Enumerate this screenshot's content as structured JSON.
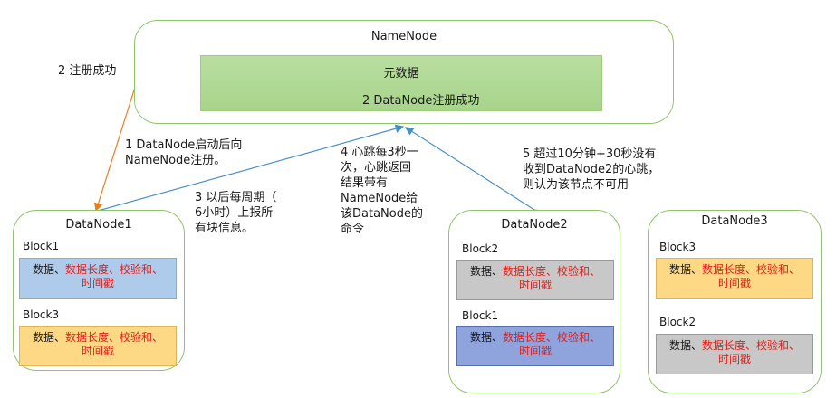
{
  "namenode": {
    "title": "NameNode",
    "metadata_title": "元数据",
    "metadata_msg": "2 DataNode注册成功"
  },
  "annotations": {
    "register_success": "2 注册成功",
    "step1": [
      "1 DataNode启动后向",
      "NameNode注册。"
    ],
    "step3": [
      "3 以后每周期（",
      "6小时）上报所",
      "有块信息。"
    ],
    "step4": [
      "4 心跳每3秒一",
      "次，心跳返回",
      "结果带有",
      "NameNode给",
      "该DataNode的",
      "命令"
    ],
    "step5": [
      "5 超过10分钟+30秒没有",
      "收到DataNode2的心跳，",
      "则认为该节点不可用"
    ]
  },
  "block_content": {
    "part1": "数据、",
    "part2": "数据长度、校验和、",
    "part3": "时间戳"
  },
  "datanodes": [
    {
      "title": "DataNode1",
      "blocks": [
        {
          "label": "Block1",
          "color": "#aecbec"
        },
        {
          "label": "Block3",
          "color": "#fdd985"
        }
      ]
    },
    {
      "title": "DataNode2",
      "blocks": [
        {
          "label": "Block2",
          "color": "#c8c8c8"
        },
        {
          "label": "Block1",
          "color": "#8fa3dc"
        }
      ]
    },
    {
      "title": "DataNode3",
      "blocks": [
        {
          "label": "Block3",
          "color": "#fdd985"
        },
        {
          "label": "Block2",
          "color": "#c8c8c8"
        }
      ]
    }
  ],
  "colors": {
    "node_border": "#8fc46a",
    "metadata_fill": "#a8d48c",
    "arrow_orange": "#e67e22",
    "arrow_blue": "#4a90c8",
    "highlight_text": "#e0201b"
  }
}
